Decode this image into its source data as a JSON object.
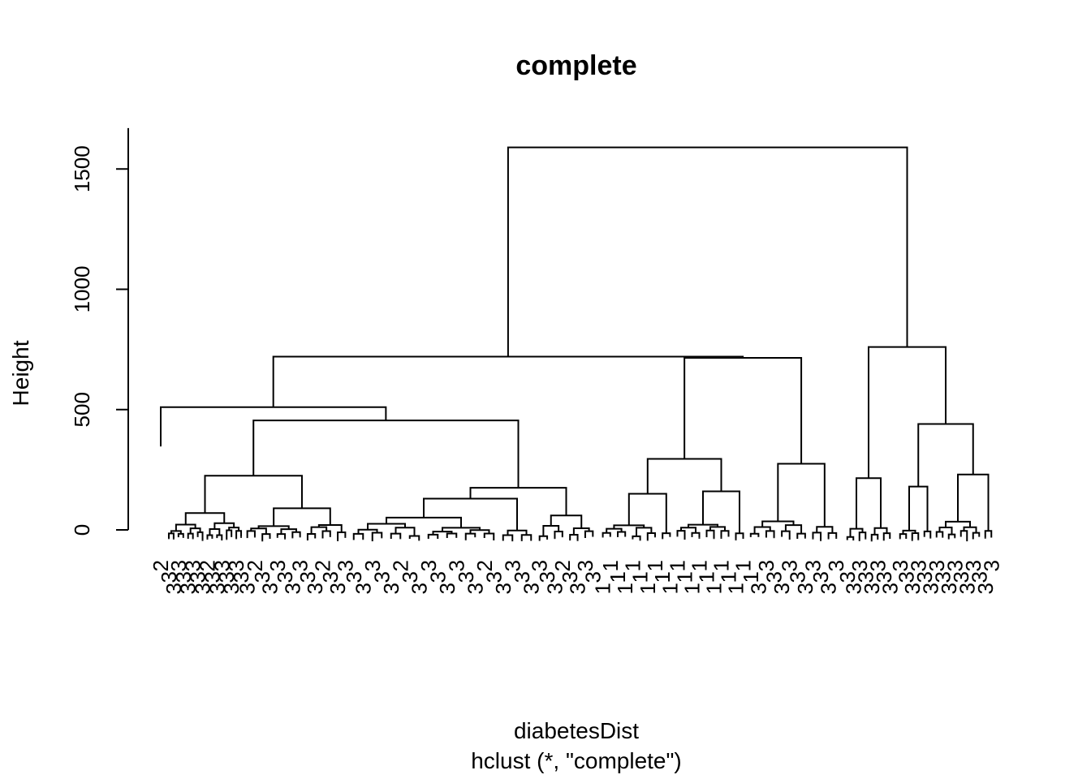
{
  "chart_data": {
    "type": "dendrogram",
    "title": "complete",
    "xlabel": "diabetesDist",
    "sub": "hclust (*, \"complete\")",
    "ylabel": "Height",
    "ylim": [
      0,
      1650
    ],
    "yticks": [
      0,
      500,
      1000,
      1500
    ],
    "ytick_labels": [
      "0",
      "500",
      "1000",
      "1500"
    ],
    "root_height": 1590,
    "cluster_count": 3,
    "top_merges": [
      {
        "height": 1590,
        "joins": [
          "left-group",
          "right-group"
        ]
      },
      {
        "height": 720,
        "joins": [
          "left-main",
          "middle-group"
        ]
      },
      {
        "height": 760,
        "joins": [
          "right-sub-a",
          "right-sub-b"
        ]
      },
      {
        "height": 510,
        "joins": [
          "left-outlier",
          "left-bulk"
        ]
      },
      {
        "height": 455,
        "joins": [
          "left-bulk-a",
          "left-bulk-b"
        ]
      },
      {
        "height": 715,
        "joins": [
          "mid-sub-a",
          "mid-sub-b"
        ]
      },
      {
        "height": 440,
        "joins": [
          "right-sub-b1",
          "right-sub-b2"
        ]
      }
    ],
    "leaf_label_digits": [
      "1",
      "2",
      "3"
    ]
  }
}
